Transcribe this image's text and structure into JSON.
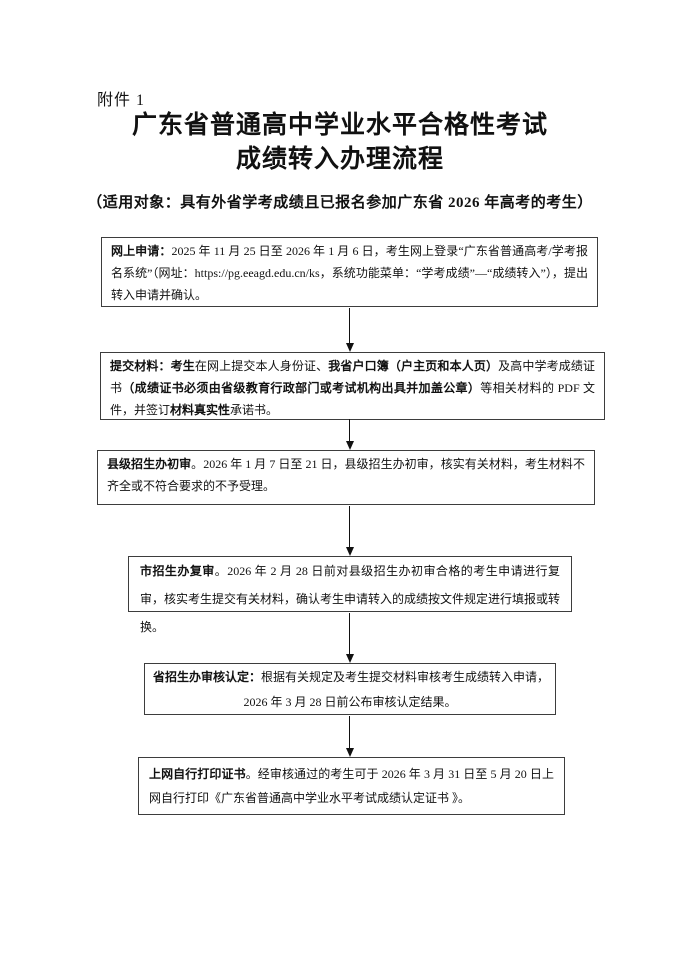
{
  "colors": {
    "text": "#111111",
    "box_border": "#3d3d3d",
    "background": "#ffffff"
  },
  "header": {
    "attachment_label": "附件 1",
    "title_line1": "广东省普通高中学业水平合格性考试",
    "title_line2": "成绩转入办理流程",
    "subtitle": "（适用对象：具有外省学考成绩且已报名参加广东省 2026 年高考的考生）"
  },
  "flowchart": {
    "steps": [
      {
        "key": "online-application",
        "label": "网上申请",
        "lines": [
          {
            "segments": [
              {
                "text": "网上申请：",
                "bold": true
              },
              {
                "text": "2025 年 11 月 25 日至 2026 年 1 月 6 日，考生网上登录“广东省普通高考/学考报名系统”（网址：https://pg.eeagd.edu.cn/ks，系统功能菜单：“学考成绩”—“成绩转入”），提出转入申请并确认。",
                "bold": false
              }
            ]
          }
        ]
      },
      {
        "key": "submit-materials",
        "label": "提交材料",
        "lines": [
          {
            "segments": [
              {
                "text": "提交材料：考生",
                "bold": true
              },
              {
                "text": "在网上提交本人身份证、",
                "bold": false
              },
              {
                "text": "我省户口簿（户主页和本人页）",
                "bold": true
              },
              {
                "text": "及高中学考成绩证书",
                "bold": false
              },
              {
                "text": "（成绩证书必须由省级教育行政部门或考试机构出具并加盖公章）",
                "bold": true
              },
              {
                "text": "等相关材料的 PDF 文件，并签订",
                "bold": false
              },
              {
                "text": "材料真实性",
                "bold": true
              },
              {
                "text": "承诺书。",
                "bold": false
              }
            ]
          }
        ]
      },
      {
        "key": "county-initial-review",
        "label": "县级招生办初审",
        "lines": [
          {
            "segments": [
              {
                "text": "县级招生办初审",
                "bold": true
              },
              {
                "text": "。2026 年 1 月 7 日至 21 日，县级招生办初审，核实有关材料，考生材料不齐全或不符合要求的不予受理。",
                "bold": false
              }
            ]
          }
        ]
      },
      {
        "key": "city-review",
        "label": "市招生办复审",
        "lines": [
          {
            "segments": [
              {
                "text": "市招生办复审",
                "bold": true
              },
              {
                "text": "。2026 年 2 月 28 日前对县级招生办初审合格的考生申请进行复审，核实考生提交有关材料，确认考生申请转入的成绩按文件规定进行填报或转换。",
                "bold": false
              }
            ]
          }
        ]
      },
      {
        "key": "province-review-confirmation",
        "label": "省招生办审核认定",
        "lines": [
          {
            "segments": [
              {
                "text": "省招生办审核认定：",
                "bold": true
              },
              {
                "text": "根据有关规定及考生提交材料审核考生成绩转入申请，",
                "bold": false
              }
            ]
          },
          {
            "segments": [
              {
                "text": "2026 年 3 月 28 日前公布审核认定结果。",
                "bold": false
              }
            ]
          }
        ]
      },
      {
        "key": "print-certificate",
        "label": "上网自行打印证书",
        "lines": [
          {
            "segments": [
              {
                "text": "上网自行打印证书",
                "bold": true
              },
              {
                "text": "。经审核通过的考生可于 2026 年 3 月 31 日至 5 月 20 日上网自行打印《广东省普通高中学业水平考试成绩认定证书 》。",
                "bold": false
              }
            ]
          }
        ]
      }
    ]
  }
}
